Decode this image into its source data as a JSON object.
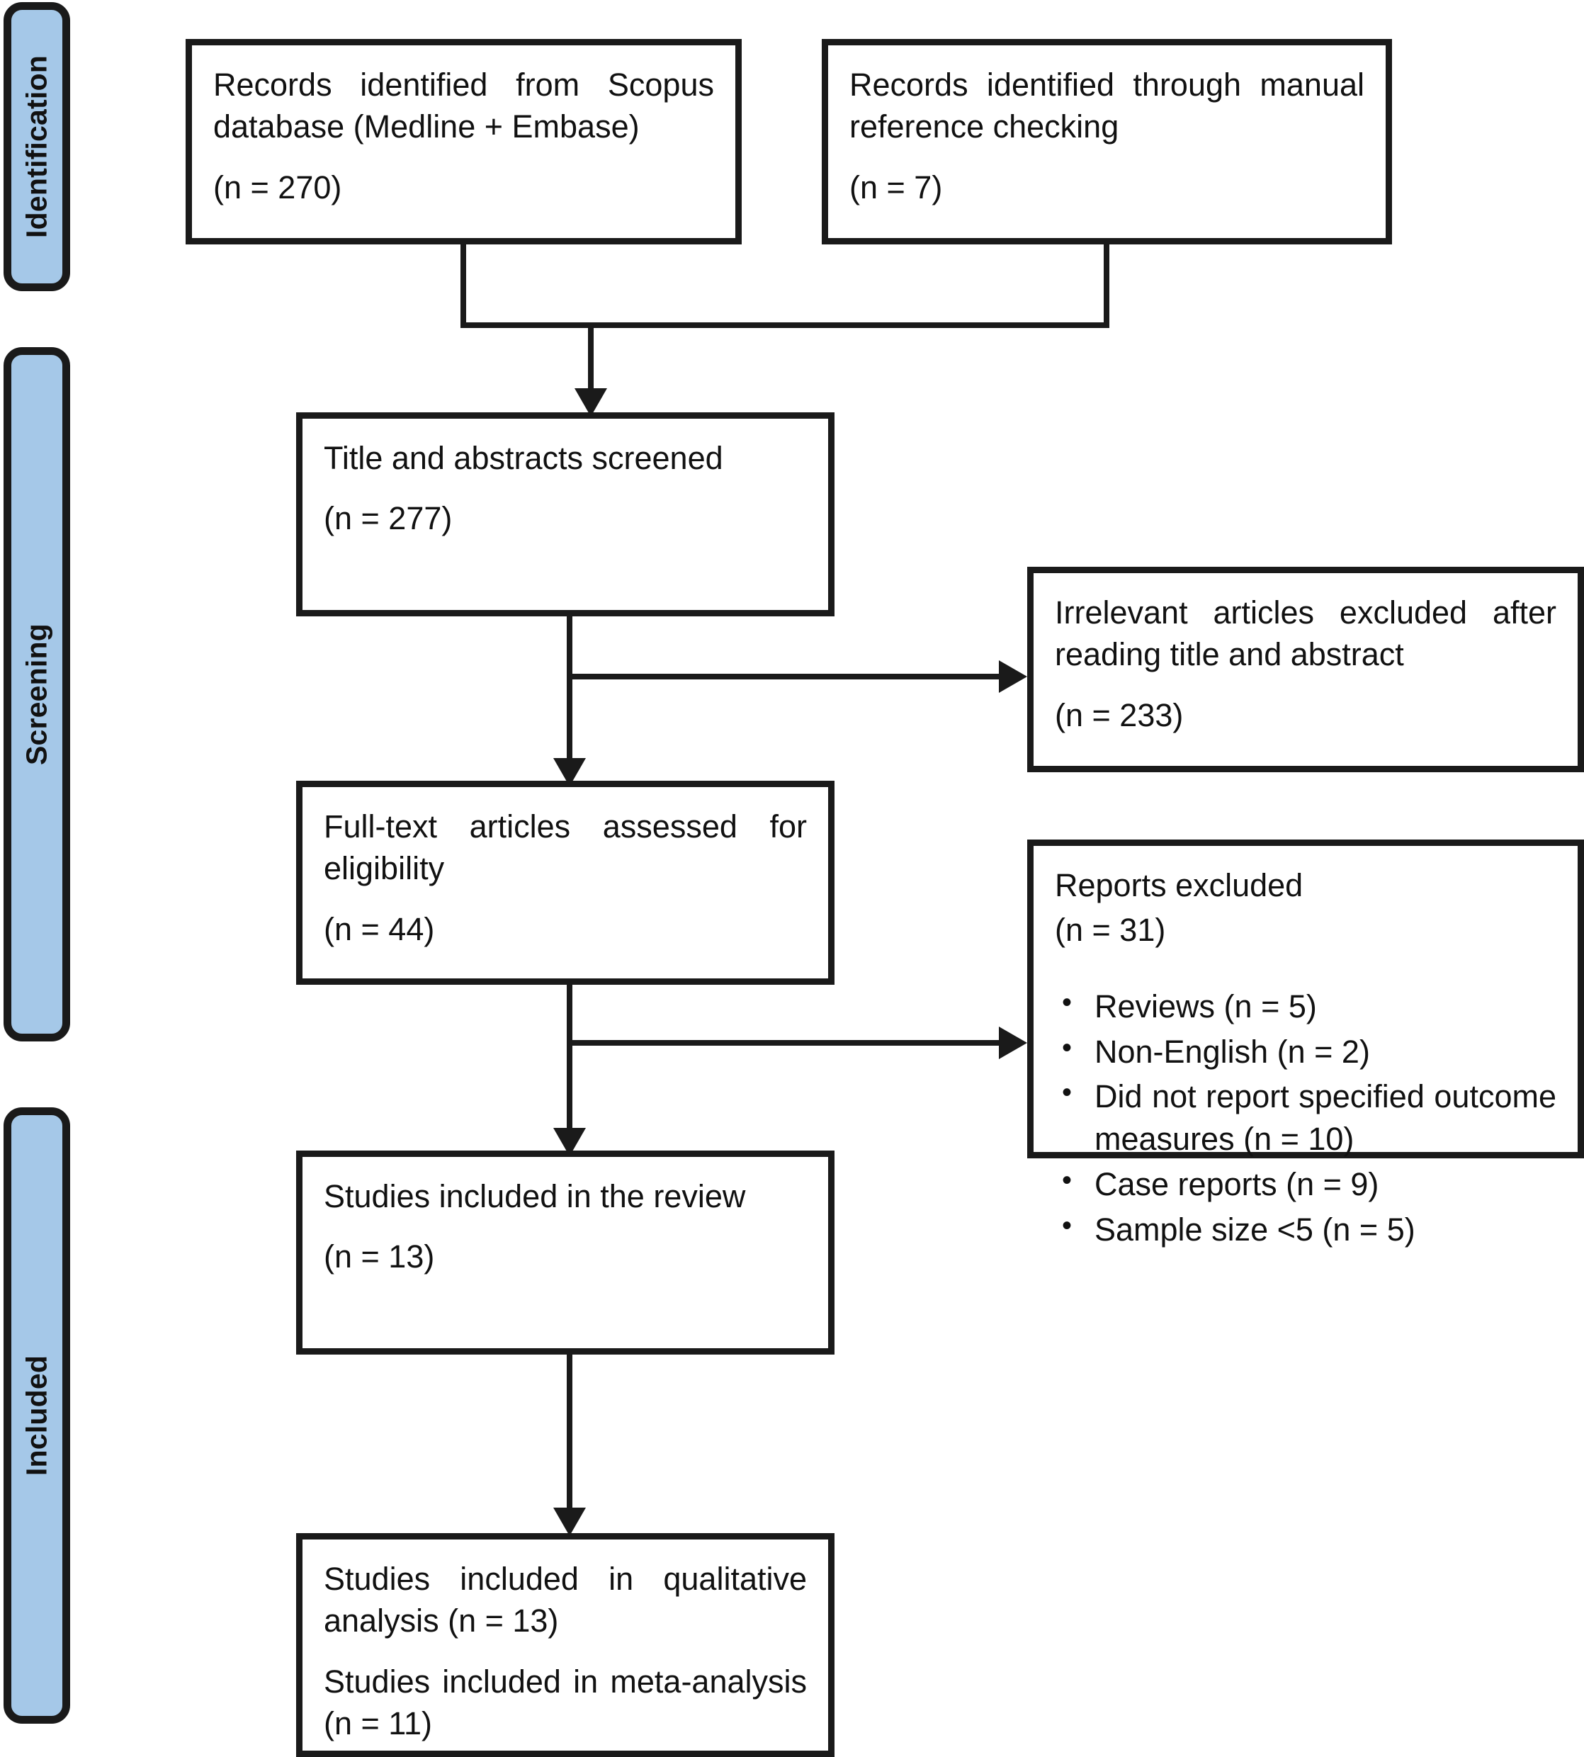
{
  "diagram": {
    "title": "PRISMA study selection flow diagram",
    "accent_color": "#a5c8e8",
    "line_color": "#1a1a1a"
  },
  "stages": [
    {
      "id": "identification",
      "label": "Identification"
    },
    {
      "id": "screening",
      "label": "Screening"
    },
    {
      "id": "included",
      "label": "Included"
    }
  ],
  "boxes": {
    "records_scopus": {
      "line1": "Records identified from Scopus database (Medline + Embase)",
      "line2": "(n = 270)"
    },
    "records_manual": {
      "line1": "Records identified through manual reference checking",
      "line2": "(n = 7)"
    },
    "screened": {
      "line1": "Title and abstracts screened",
      "line2": "(n = 277)"
    },
    "irrelevant_excluded": {
      "line1": "Irrelevant articles excluded after reading title and abstract",
      "line2": "(n = 233)"
    },
    "fulltext_assessed": {
      "line1": "Full-text articles assessed for eligibility",
      "line2": "(n = 44)"
    },
    "reports_excluded": {
      "line1": "Reports excluded",
      "line2": "(n = 31)",
      "items": [
        "Reviews (n = 5)",
        "Non-English (n = 2)",
        "Did not report specified outcome measures (n = 10)",
        "Case reports (n = 9)",
        "Sample size <5 (n = 5)"
      ]
    },
    "included_review": {
      "line1": "Studies included in the review",
      "line2": "(n = 13)"
    },
    "included_analysis": {
      "line1": "Studies included in qualitative analysis (n = 13)",
      "line2": "Studies included in meta-analysis (n = 11)"
    }
  },
  "chart_data": {
    "type": "flowchart",
    "title": "PRISMA flow diagram",
    "nodes": [
      {
        "id": "records_scopus",
        "stage": "Identification",
        "label": "Records identified from Scopus database (Medline + Embase)",
        "n": 270
      },
      {
        "id": "records_manual",
        "stage": "Identification",
        "label": "Records identified through manual reference checking",
        "n": 7
      },
      {
        "id": "screened",
        "stage": "Screening",
        "label": "Title and abstracts screened",
        "n": 277
      },
      {
        "id": "irrelevant_excluded",
        "stage": "Screening",
        "label": "Irrelevant articles excluded after reading title and abstract",
        "n": 233
      },
      {
        "id": "fulltext_assessed",
        "stage": "Screening",
        "label": "Full-text articles assessed for eligibility",
        "n": 44
      },
      {
        "id": "reports_excluded",
        "stage": "Screening",
        "label": "Reports excluded",
        "n": 31,
        "breakdown": [
          {
            "reason": "Reviews",
            "n": 5
          },
          {
            "reason": "Non-English",
            "n": 2
          },
          {
            "reason": "Did not report specified outcome measures",
            "n": 10
          },
          {
            "reason": "Case reports",
            "n": 9
          },
          {
            "reason": "Sample size <5",
            "n": 5
          }
        ]
      },
      {
        "id": "included_review",
        "stage": "Included",
        "label": "Studies included in the review",
        "n": 13
      },
      {
        "id": "included_qualitative",
        "stage": "Included",
        "label": "Studies included in qualitative analysis",
        "n": 13
      },
      {
        "id": "included_meta",
        "stage": "Included",
        "label": "Studies included in meta-analysis",
        "n": 11
      }
    ],
    "edges": [
      {
        "from": "records_scopus",
        "to": "screened"
      },
      {
        "from": "records_manual",
        "to": "screened"
      },
      {
        "from": "screened",
        "to": "irrelevant_excluded"
      },
      {
        "from": "screened",
        "to": "fulltext_assessed"
      },
      {
        "from": "fulltext_assessed",
        "to": "reports_excluded"
      },
      {
        "from": "fulltext_assessed",
        "to": "included_review"
      },
      {
        "from": "included_review",
        "to": "included_qualitative"
      }
    ]
  }
}
